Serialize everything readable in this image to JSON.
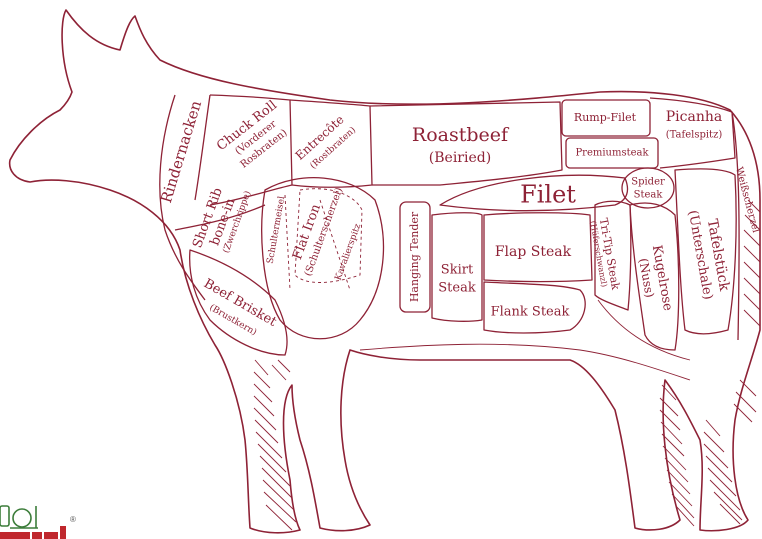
{
  "colors": {
    "line": "#8e2236",
    "label": "#8e2236",
    "logo_green": "#3c7d3a",
    "logo_red": "#c0272d"
  },
  "cuts": {
    "rindernacken": "Rindernacken",
    "chuck_roll": "Chuck Roll",
    "chuck_roll_sub1": "(Vorderer",
    "chuck_roll_sub2": "Rosbraten)",
    "entrecote": "Entrecôte",
    "entrecote_sub": "(Rostbraten)",
    "roastbeef": "Roastbeef",
    "roastbeef_sub": "(Beiried)",
    "rump_filet": "Rump-Filet",
    "premiumsteak": "Premiumsteak",
    "picanha": "Picanha",
    "picanha_sub": "(Tafelspitz)",
    "weisscherzel": "Weißscherzel",
    "short_rib_1": "Short Rib",
    "short_rib_2": "bone-in",
    "short_rib_sub": "(Zwerchrippe)",
    "schultermeisel": "Schultermeisel",
    "flat_iron": "Flat Iron",
    "flat_iron_sub": "(Schulterscherzel)",
    "kavalierspitz": "Kavalierspitz",
    "filet": "Filet",
    "spider_steak_1": "Spider",
    "spider_steak_2": "Steak",
    "tri_tip": "Tri-Tip Steak",
    "tri_tip_sub": "(Hüferschwanzl)",
    "tafelstueck": "Tafelstück",
    "tafelstueck_sub": "(Unterschale)",
    "kugelrose": "Kugelrose",
    "kugelrose_sub": "(Nuss)",
    "hanging_tender": "Hanging Tender",
    "skirt_steak_1": "Skirt",
    "skirt_steak_2": "Steak",
    "flap_steak": "Flap Steak",
    "flank_steak": "Flank Steak",
    "beef_brisket": "Beef Brisket",
    "beef_brisket_sub": "(Brustkern)"
  },
  "logo": {
    "registered": "®"
  }
}
